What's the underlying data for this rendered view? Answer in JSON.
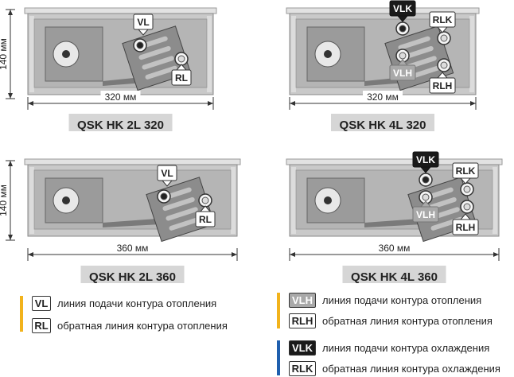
{
  "colors": {
    "heating": "#f2b31c",
    "cooling": "#1f5fae",
    "tag_white_bg": "#ffffff",
    "tag_grey_bg": "#a9a9a9",
    "tag_dark_bg": "#1a1a1a",
    "model_box_bg": "#d6d6d6",
    "housing_bg": "#c9c9c9",
    "housing_inner": "#b5b5b5",
    "exchanger": "#8c8c8c"
  },
  "diagrams": [
    {
      "id": "2l-320",
      "model": "QSK HK 2L 320",
      "width_label": "320 мм",
      "height_label": "140 мм",
      "tags": [
        "VL",
        "RL"
      ]
    },
    {
      "id": "4l-320",
      "model": "QSK HK 4L 320",
      "width_label": "320 мм",
      "tags": [
        "VLK",
        "RLK",
        "VLH",
        "RLH"
      ]
    },
    {
      "id": "2l-360",
      "model": "QSK HK 2L 360",
      "width_label": "360 мм",
      "height_label": "140 мм",
      "tags": [
        "VL",
        "RL"
      ]
    },
    {
      "id": "4l-360",
      "model": "QSK HK 4L 360",
      "width_label": "360 мм",
      "tags": [
        "VLK",
        "RLK",
        "VLH",
        "RLH"
      ]
    }
  ],
  "legend": {
    "left": [
      {
        "tag": "VL",
        "text": "линия подачи контура отопления"
      },
      {
        "tag": "RL",
        "text": "обратная линия контура отопления"
      }
    ],
    "right_heating": [
      {
        "tag": "VLH",
        "text": "линия подачи контура отопления"
      },
      {
        "tag": "RLH",
        "text": "обратная линия контура отопления"
      }
    ],
    "right_cooling": [
      {
        "tag": "VLK",
        "text": "линия подачи контура охлаждения"
      },
      {
        "tag": "RLK",
        "text": "обратная линия контура охлаждения"
      }
    ]
  }
}
